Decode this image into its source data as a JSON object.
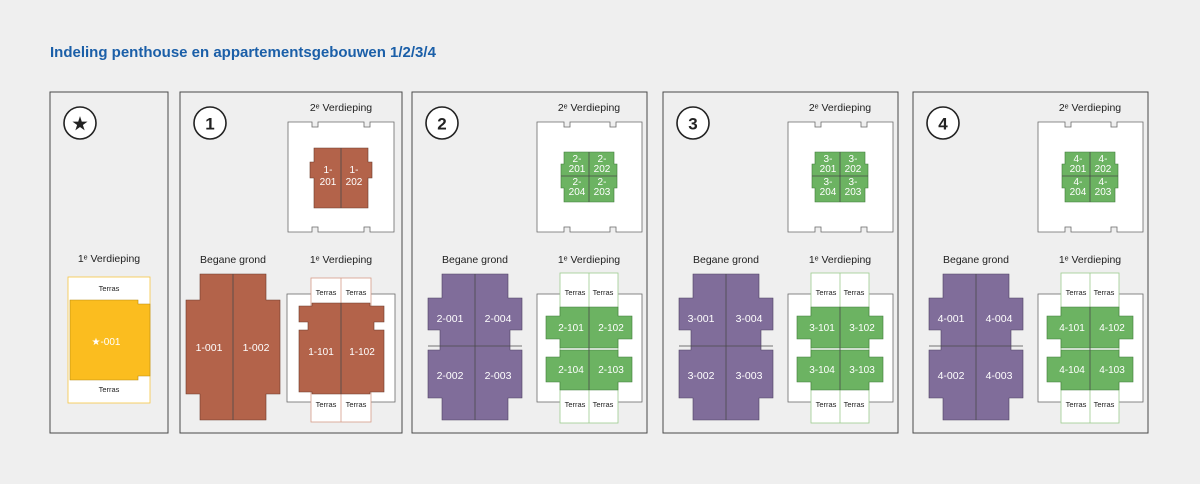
{
  "title": "Indeling penthouse en appartementsgebouwen 1/2/3/4",
  "colors": {
    "penthouse": "#fbbd1f",
    "building1": "#b3634a",
    "ground": "#806d9a",
    "upper": "#6cb362",
    "terras_border_green": "#9ccc8f",
    "terras_border_red": "#d69b88",
    "terras_border_yellow": "#f5c542"
  },
  "penthouse": {
    "badge": "★",
    "level": "1ᵉ Verdieping",
    "terras_top": "Terras",
    "terras_bottom": "Terras",
    "unit": "★-001"
  },
  "building1": {
    "badge": "1",
    "level2": "2ᵉ Verdieping",
    "level_ground": "Begane grond",
    "level1": "1ᵉ Verdieping",
    "units2": [
      "1-",
      "201",
      "1-",
      "202"
    ],
    "ground_units": [
      "1-001",
      "1-002"
    ],
    "units1": [
      "1-101",
      "1-102"
    ],
    "terras": [
      "Terras",
      "Terras",
      "Terras",
      "Terras"
    ]
  },
  "buildings": [
    {
      "badge": "2",
      "level2": "2ᵉ Verdieping",
      "level_ground": "Begane grond",
      "level1": "1ᵉ Verdieping",
      "units2": [
        "2-",
        "201",
        "2-",
        "202",
        "2-",
        "204",
        "2-",
        "203"
      ],
      "ground_units": [
        "2-001",
        "2-004",
        "2-002",
        "2-003"
      ],
      "units1": [
        "2-101",
        "2-102",
        "2-104",
        "2-103"
      ],
      "terras": [
        "Terras",
        "Terras",
        "Terras",
        "Terras"
      ]
    },
    {
      "badge": "3",
      "level2": "2ᵉ Verdieping",
      "level_ground": "Begane grond",
      "level1": "1ᵉ Verdieping",
      "units2": [
        "3-",
        "201",
        "3-",
        "202",
        "3-",
        "204",
        "3-",
        "203"
      ],
      "ground_units": [
        "3-001",
        "3-004",
        "3-002",
        "3-003"
      ],
      "units1": [
        "3-101",
        "3-102",
        "3-104",
        "3-103"
      ],
      "terras": [
        "Terras",
        "Terras",
        "Terras",
        "Terras"
      ]
    },
    {
      "badge": "4",
      "level2": "2ᵉ Verdieping",
      "level_ground": "Begane grond",
      "level1": "1ᵉ Verdieping",
      "units2": [
        "4-",
        "201",
        "4-",
        "202",
        "4-",
        "204",
        "4-",
        "203"
      ],
      "ground_units": [
        "4-001",
        "4-004",
        "4-002",
        "4-003"
      ],
      "units1": [
        "4-101",
        "4-102",
        "4-104",
        "4-103"
      ],
      "terras": [
        "Terras",
        "Terras",
        "Terras",
        "Terras"
      ]
    }
  ]
}
